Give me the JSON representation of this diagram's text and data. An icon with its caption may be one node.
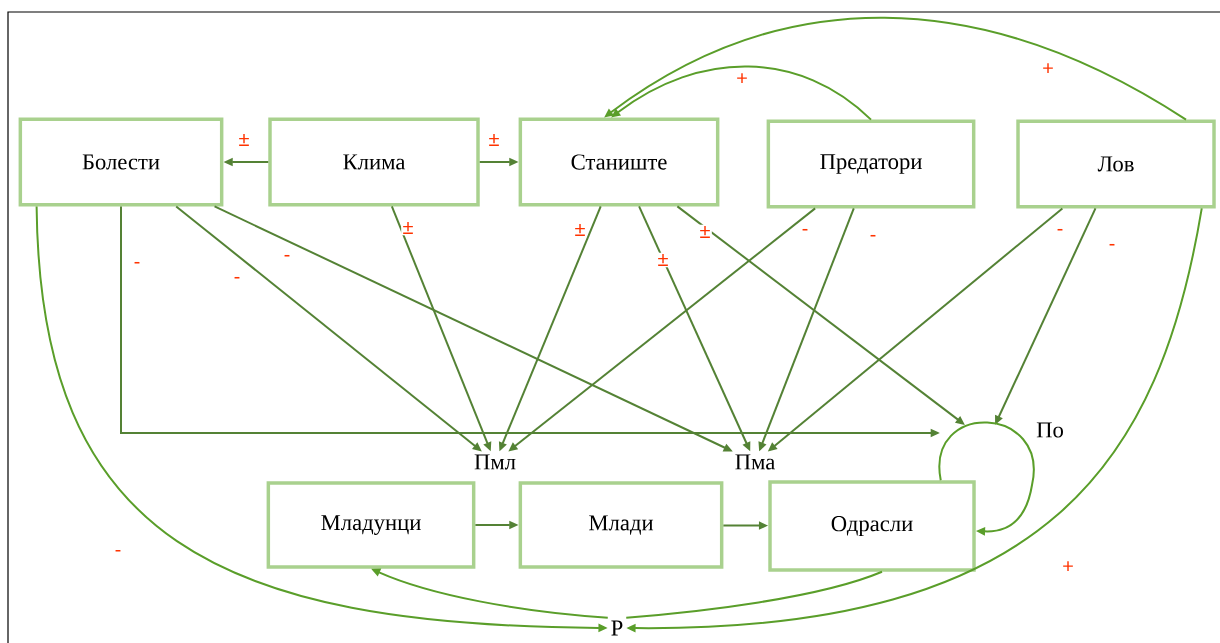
{
  "diagram": {
    "nodes": [
      {
        "text": [
          "Болести"
        ]
      },
      {
        "text": [
          "Клима"
        ]
      },
      {
        "text": [
          "Станиште"
        ]
      },
      {
        "text": [
          "Предатори"
        ]
      },
      {
        "text": [
          "Лов"
        ]
      },
      {
        "text": [
          "Пмл"
        ]
      },
      {
        "text": [
          "Пма"
        ]
      },
      {
        "text": [
          "Младунци"
        ]
      },
      {
        "text": [
          "Млади"
        ]
      },
      {
        "text": [
          "Одрасли"
        ]
      },
      {
        "text": [
          "Р"
        ]
      }
    ],
    "edges": [
      {
        "from": 1,
        "to": 0,
        "arrow": "to",
        "label": "±"
      },
      {
        "from": 1,
        "to": 2,
        "arrow": "to",
        "label": "±"
      },
      {
        "from": 3,
        "to": 2,
        "arrow": "to",
        "label": "+",
        "color": "#5a9e2a"
      },
      {
        "from": 4,
        "to": 2,
        "arrow": "to",
        "label": "+",
        "color": "#5a9e2a"
      },
      {
        "from": 0,
        "to": null,
        "arrow": "to",
        "label": "-"
      },
      {
        "from": 0,
        "to": 5,
        "arrow": "to",
        "label": "-"
      },
      {
        "from": 0,
        "to": 6,
        "arrow": "to",
        "label": "-"
      },
      {
        "from": 1,
        "to": 5,
        "arrow": "to",
        "label": "±"
      },
      {
        "from": 2,
        "to": 5,
        "arrow": "to",
        "label": "±"
      },
      {
        "from": 2,
        "to": 6,
        "arrow": "to",
        "label": "±"
      },
      {
        "from": 2,
        "to": null,
        "arrow": "to",
        "label": "±"
      },
      {
        "from": 3,
        "to": 5,
        "arrow": "to",
        "label": "-"
      },
      {
        "from": 3,
        "to": 6,
        "arrow": "to",
        "label": "-"
      },
      {
        "from": 4,
        "to": 6,
        "arrow": "to",
        "label": "-"
      },
      {
        "from": 4,
        "to": null,
        "arrow": "to",
        "label": "-"
      },
      {
        "from": 7,
        "to": 8,
        "arrow": "to"
      },
      {
        "from": 8,
        "to": 9,
        "arrow": "to"
      },
      {
        "from": 9,
        "to": 9,
        "arrow": "to",
        "color": "#5a9e2a"
      },
      {
        "from": 0,
        "to": 10,
        "arrow": "to",
        "label": "-",
        "color": "#5a9e2a"
      },
      {
        "from": 4,
        "to": 10,
        "arrow": "to",
        "label": "+",
        "color": "#5a9e2a"
      },
      {
        "from": 9,
        "to": 10,
        "arrow": "none",
        "color": "#5a9e2a"
      },
      {
        "from": 10,
        "to": 7,
        "arrow": "to",
        "color": "#5a9e2a"
      }
    ],
    "labels": [
      "По"
    ]
  }
}
